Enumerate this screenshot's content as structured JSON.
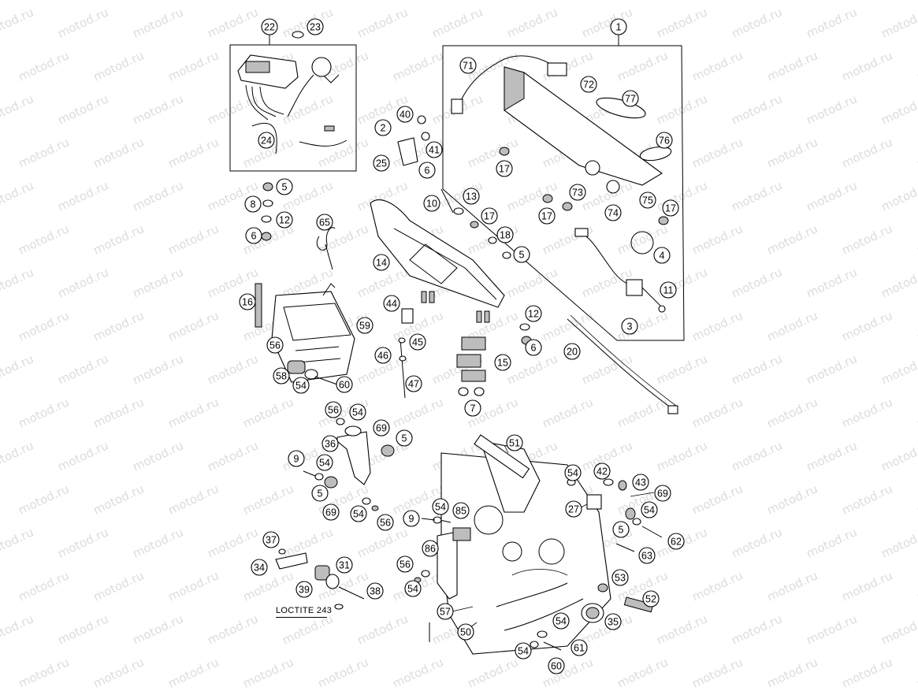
{
  "watermark": "motod.ru",
  "note_loctite": "LOCTITE 243",
  "callouts": [
    "1",
    "2",
    "3",
    "4",
    "5",
    "6",
    "7",
    "8",
    "9",
    "10",
    "11",
    "12",
    "13",
    "14",
    "15",
    "16",
    "17",
    "18",
    "20",
    "22",
    "23",
    "24",
    "25",
    "27",
    "31",
    "34",
    "35",
    "36",
    "37",
    "38",
    "39",
    "40",
    "41",
    "42",
    "43",
    "44",
    "45",
    "46",
    "47",
    "50",
    "51",
    "52",
    "53",
    "54",
    "56",
    "57",
    "58",
    "59",
    "60",
    "61",
    "62",
    "63",
    "65",
    "69",
    "71",
    "72",
    "73",
    "74",
    "75",
    "76",
    "77",
    "85",
    "86"
  ]
}
